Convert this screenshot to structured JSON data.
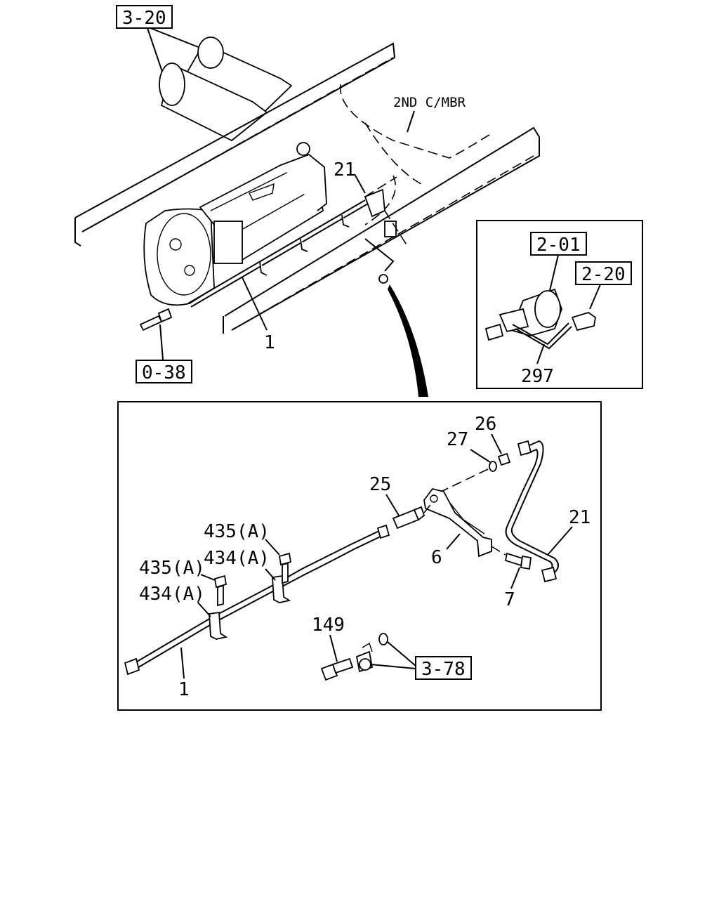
{
  "labels": {
    "top_ref": "3-20",
    "crossmember": "2ND C/MBR",
    "tube_upper": "21",
    "cable_upper": "1",
    "bolt_ref": "0-38",
    "inset_ref_a": "2-01",
    "inset_ref_b": "2-20",
    "inset_part": "297",
    "nut": "26",
    "washer": "27",
    "adapter": "25",
    "tube_lower": "21",
    "bolt_435_upper": "435(A)",
    "clip_434_upper": "434(A)",
    "bolt_435_lower": "435(A)",
    "clip_434_lower": "434(A)",
    "bracket": "6",
    "bolt": "7",
    "bolt_149": "149",
    "clamp_ref": "3-78",
    "cable_lower": "1"
  }
}
